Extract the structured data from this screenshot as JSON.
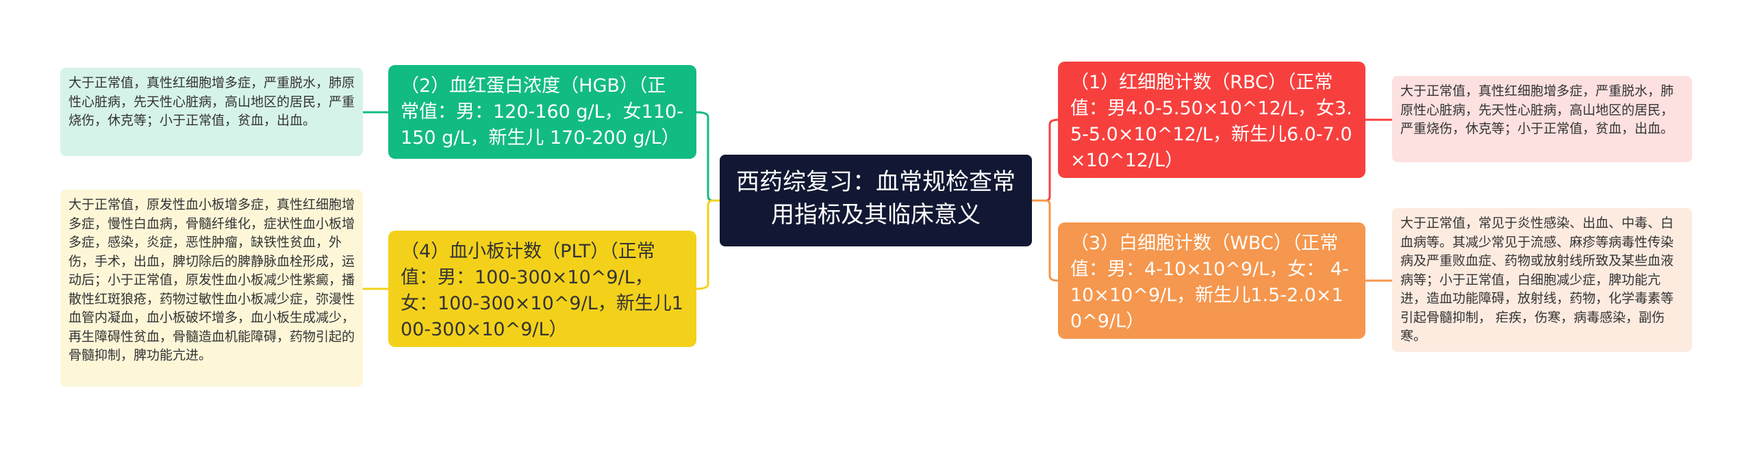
{
  "root": {
    "title": "西药综复习：血常规检查常用指标及其临床意义"
  },
  "branches": [
    {
      "id": "b1",
      "text": "（1）红细胞计数（RBC）（正常值：男4.0-5.50×10^12/L，女3.5-5.0×10^12/L，新生儿6.0-7.0×10^12/L）"
    },
    {
      "id": "b2",
      "text": "（2）血红蛋白浓度（HGB）（正常值：男：120-160 g/L，女110-150 g/L，新生儿 170-200 g/L）"
    },
    {
      "id": "b3",
      "text": "（3）白细胞计数（WBC）（正常值：男：4-10×10^9/L，女： 4-10×10^9/L，新生儿1.5-2.0×10^9/L）"
    },
    {
      "id": "b4",
      "text": "（4）血小板计数（PLT）（正常值：男：100-300×10^9/L，女：100-300×10^9/L，新生儿100-300×10^9/L）"
    }
  ],
  "leaves": [
    {
      "id": "l1",
      "text": "大于正常值，真性红细胞增多症，严重脱水，肺原性心脏病，先天性心脏病，高山地区的居民，严重烧伤，休克等；小于正常值，贫血，出血。"
    },
    {
      "id": "l2",
      "text": "大于正常值，真性红细胞增多症，严重脱水，肺原性心脏病，先天性心脏病，高山地区的居民，严重烧伤，休克等；小于正常值，贫血，出血。"
    },
    {
      "id": "l3",
      "text": "大于正常值，常见于炎性感染、出血、中毒、白血病等。其减少常见于流感、麻疹等病毒性传染病及严重败血症、药物或放射线所致及某些血液病等；小于正常值，白细胞减少症，脾功能亢进，造血功能障碍，放射线，药物，化学毒素等引起骨髓抑制， 疟疾，伤寒，病毒感染，副伤寒。"
    },
    {
      "id": "l4",
      "text": "大于正常值，原发性血小板增多症，真性红细胞增多症，慢性白血病，骨髓纤维化，症状性血小板增多症，感染，炎症，恶性肿瘤，缺铁性贫血，外伤，手术，出血，脾切除后的脾静脉血栓形成，运动后；小于正常值，原发性血小板减少性紫癜，播散性红斑狼疮，药物过敏性血小板减少症，弥漫性血管内凝血，血小板破坏增多，血小板生成减少，再生障碍性贫血，骨髓造血机能障碍，药物引起的骨髓抑制，脾功能亢进。"
    }
  ],
  "colors": {
    "root": "#121833",
    "rbc": "#f7403e",
    "hgb": "#12bb82",
    "wbc": "#f5974e",
    "plt": "#f3d11a"
  }
}
